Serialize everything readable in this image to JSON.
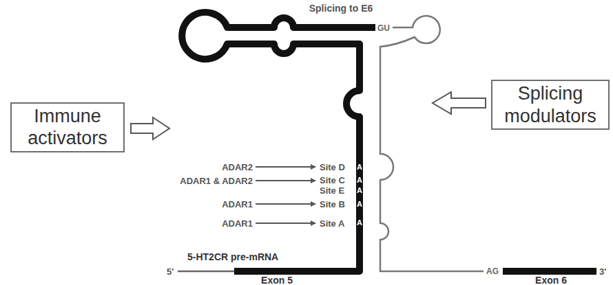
{
  "diagram": {
    "nodes": [
      {
        "text": [
          "Immune activators"
        ]
      },
      {
        "text": [
          "Splicing modulators"
        ]
      }
    ],
    "labels": [
      "Splicing to E6",
      "GU",
      "ADAR2",
      "Site D",
      "ADAR1 & ADAR2",
      "Site C",
      "Site E",
      "ADAR1",
      "Site B",
      "ADAR1",
      "Site A",
      "5-HT2CR pre-mRNA",
      "5'",
      "Exon 5",
      "AG",
      "Exon 6",
      "3'",
      "A",
      "A",
      "A",
      "A",
      "A"
    ]
  }
}
